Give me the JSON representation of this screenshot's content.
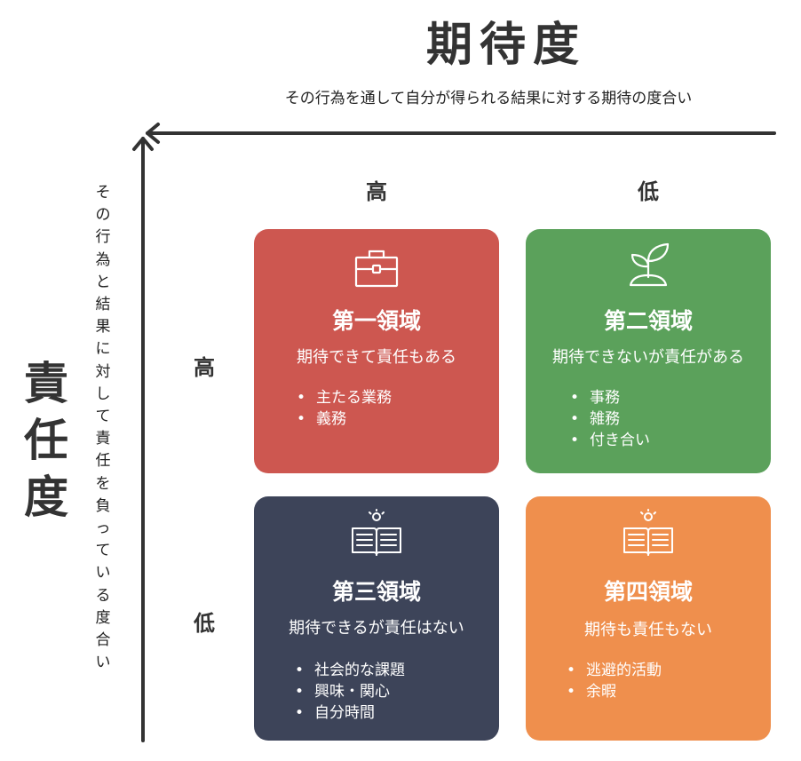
{
  "x_axis": {
    "title": "期待度",
    "subtitle": "その行為を通して自分が得られる結果に対する期待の度合い",
    "high": "高",
    "low": "低"
  },
  "y_axis": {
    "title_chars": [
      "責",
      "任",
      "度"
    ],
    "subtitle_chars": [
      "そ",
      "の",
      "行",
      "為",
      "と",
      "結",
      "果",
      "に",
      "対",
      "し",
      "て",
      "責",
      "任",
      "を",
      "負",
      "っ",
      "て",
      "い",
      "る",
      "度",
      "合",
      "い"
    ],
    "high": "高",
    "low": "低"
  },
  "colors": {
    "q1": "#cd5750",
    "q2": "#5ba15b",
    "q3": "#3d4459",
    "q4": "#ef8f4d",
    "axis": "#333333"
  },
  "quadrants": [
    {
      "icon": "briefcase-icon",
      "title": "第一領域",
      "description": "期待できて責任もある",
      "items": [
        "主たる業務",
        "義務"
      ]
    },
    {
      "icon": "sprout-icon",
      "title": "第二領域",
      "description": "期待できないが責任がある",
      "items": [
        "事務",
        "雑務",
        "付き合い"
      ]
    },
    {
      "icon": "book-idea-icon",
      "title": "第三領域",
      "description": "期待できるが責任はない",
      "items": [
        "社会的な課題",
        "興味・関心",
        "自分時間"
      ]
    },
    {
      "icon": "book-idea-icon",
      "title": "第四領域",
      "description": "期待も責任もない",
      "items": [
        "逃避的活動",
        "余暇"
      ]
    }
  ]
}
